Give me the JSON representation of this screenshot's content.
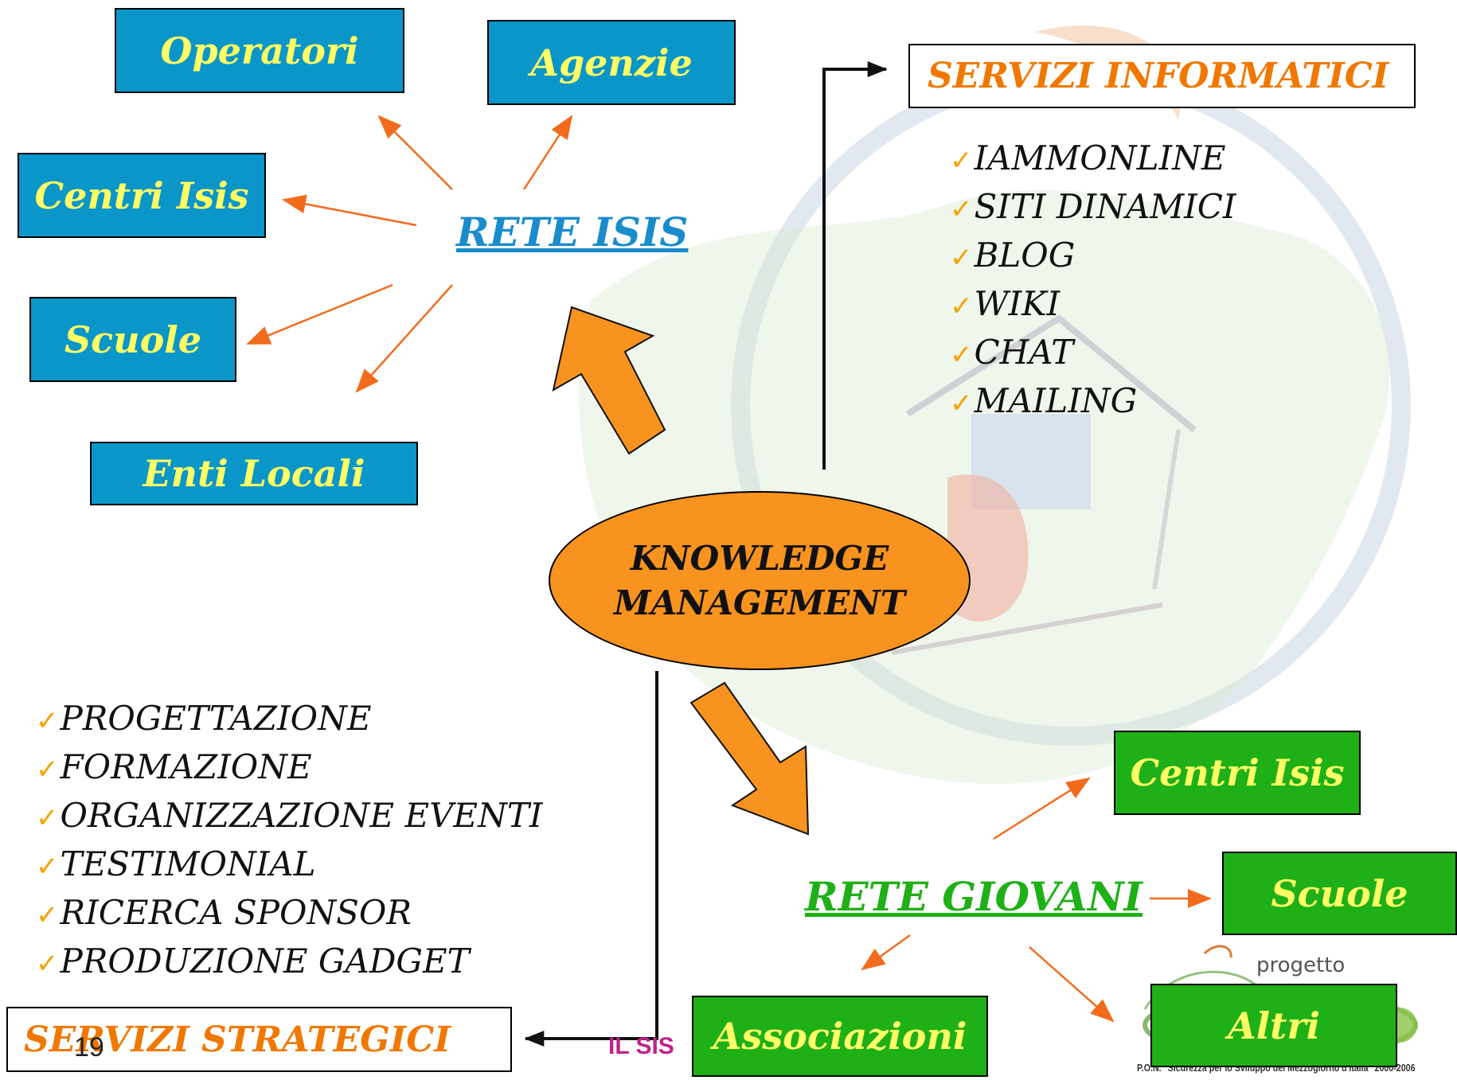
{
  "colors": {
    "box_blue": "#0a96c8",
    "box_green": "#1fb018",
    "box_text": "#ffff66",
    "hub_blue": "#1a8ccc",
    "hub_green": "#1fb018",
    "orange": "#f7931e",
    "arrow": "#f26b1d"
  },
  "center": {
    "line1": "KNOWLEDGE",
    "line2": "MANAGEMENT"
  },
  "rete_isis": {
    "title": "RETE ISIS",
    "items": [
      "Operatori",
      "Agenzie",
      "Centri Isis",
      "Scuole",
      "Enti Locali"
    ]
  },
  "servizi_informatici": {
    "title": "SERVIZI INFORMATICI",
    "items": [
      "IAMMONLINE",
      "SITI DINAMICI",
      "BLOG",
      "WIKI",
      "CHAT",
      "MAILING"
    ]
  },
  "servizi_strategici": {
    "title": "SERVIZI STRATEGICI",
    "items": [
      "PROGETTAZIONE",
      "FORMAZIONE",
      "ORGANIZZAZIONE EVENTI",
      "TESTIMONIAL",
      "RICERCA SPONSOR",
      "PRODUZIONE GADGET"
    ]
  },
  "rete_giovani": {
    "title": "RETE GIOVANI",
    "items": [
      "Centri Isis",
      "Scuole",
      "Associazioni",
      "Altri"
    ]
  },
  "footer": {
    "page_number": "19",
    "fragment": "IL SIS",
    "logo_word": "progetto",
    "logo_text": "P.O.N. \"Sicurezza per lo Sviluppo del Mezzogiorno d'Italia\" 2000-2006"
  }
}
